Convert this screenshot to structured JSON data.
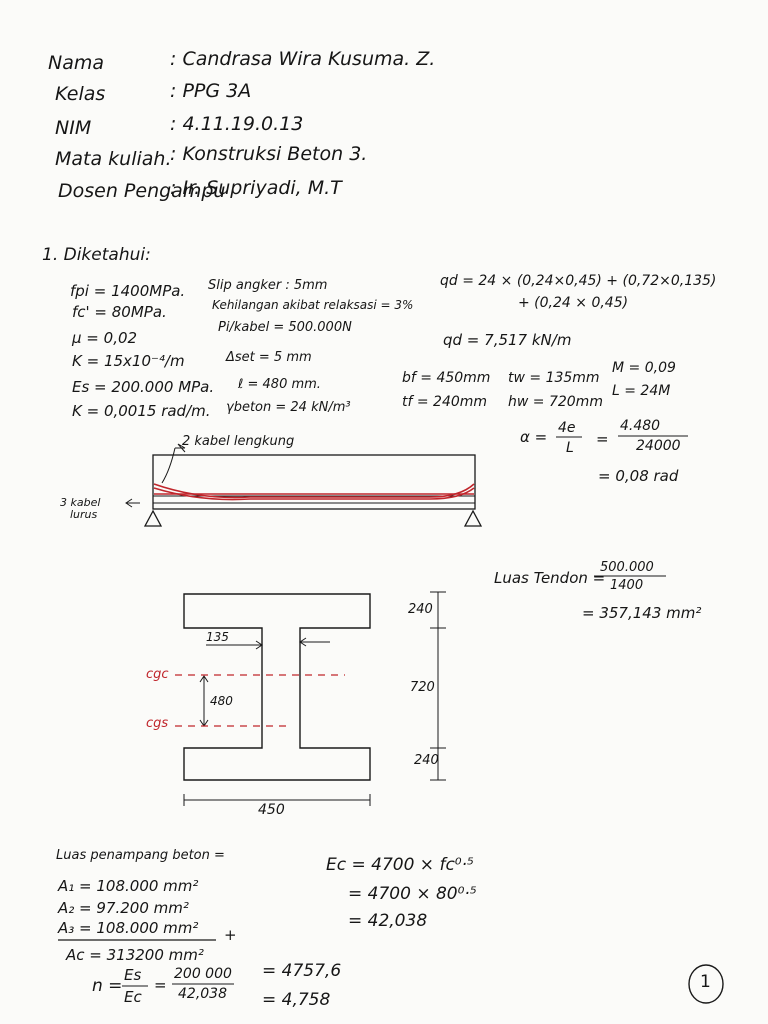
{
  "header": {
    "fields": [
      {
        "label": "Nama",
        "value": ": Candrasa Wira Kusuma. Z."
      },
      {
        "label": "Kelas",
        "value": ": PPG 3A"
      },
      {
        "label": "NIM",
        "value": ": 4.11.19.0.13"
      },
      {
        "label": "Mata kuliah.",
        "value": ": Konstruksi Beton 3."
      },
      {
        "label": "Dosen Pengampu",
        "value": ": Ir. Supriyadi, M.T"
      }
    ]
  },
  "problem": {
    "heading": "1.  Diketahui:",
    "given_col1": [
      "fpi = 1400MPa.",
      "fc' = 80MPa.",
      "μ = 0,02",
      "K = 15x10⁻⁴/m",
      "Es = 200.000 MPa.",
      "K = 0,0015 rad/m."
    ],
    "given_col2": [
      "Slip angker : 5mm",
      "Kehilangan akibat relaksasi = 3%",
      "Pi/kabel = 500.000N",
      "Δset = 5 mm",
      "ℓ = 480 mm.",
      "γbeton = 24 kN/m³"
    ],
    "qd_line1": "qd = 24 × (0,24×0,45) + (0,72×0,135)",
    "qd_line2": "+ (0,24 × 0,45)",
    "qd_result": "qd = 7,517 kN/m",
    "dims_left": [
      "bf = 450mm",
      "tf = 240mm"
    ],
    "dims_mid": [
      "tw = 135mm",
      "hw = 720mm"
    ],
    "dims_right": [
      "M = 0,09",
      "L = 24M"
    ],
    "alpha_lhs": "α =",
    "alpha_num": "4e",
    "alpha_den": "L",
    "alpha_eq": "=",
    "alpha_num2": "4.480",
    "alpha_den2": "24000",
    "alpha_result": "= 0,08 rad",
    "beam_label_top": "2 kabel lengkung",
    "beam_label_left": [
      "3 kabel",
      "lurus"
    ],
    "tendon_label": "Luas Tendon =",
    "tendon_num": "500.000",
    "tendon_den": "1400",
    "tendon_result": "= 357,143 mm²"
  },
  "section": {
    "web_label": "135",
    "cgc_label": "cgc",
    "cgs_label": "cgs",
    "ecc_label": "480",
    "height_labels": [
      "240",
      "720",
      "240"
    ],
    "width_label": "450"
  },
  "calc": {
    "area_heading": "Luas penampang beton =",
    "areas": [
      "A₁ = 108.000 mm²",
      "A₂ = 97.200 mm²",
      "A₃ = 108.000 mm²"
    ],
    "plus": "+",
    "area_total": "Ac = 313200 mm²",
    "ec_line1": "Ec = 4700 × fc⁰·⁵",
    "ec_line2": "= 4700 × 80⁰·⁵",
    "ec_line3": "= 42,038",
    "n_lhs": "n =",
    "n_num": "Es",
    "n_den": "Ec",
    "n_eq": "=",
    "n_num2": "200 000",
    "n_den2": "42,038",
    "n_res1": "= 4757,6",
    "n_res2": "= 4,758"
  },
  "page_number": "1",
  "colors": {
    "ink": "#161616",
    "red_ink": "#c0262c",
    "paper": "#fbfbf9"
  }
}
